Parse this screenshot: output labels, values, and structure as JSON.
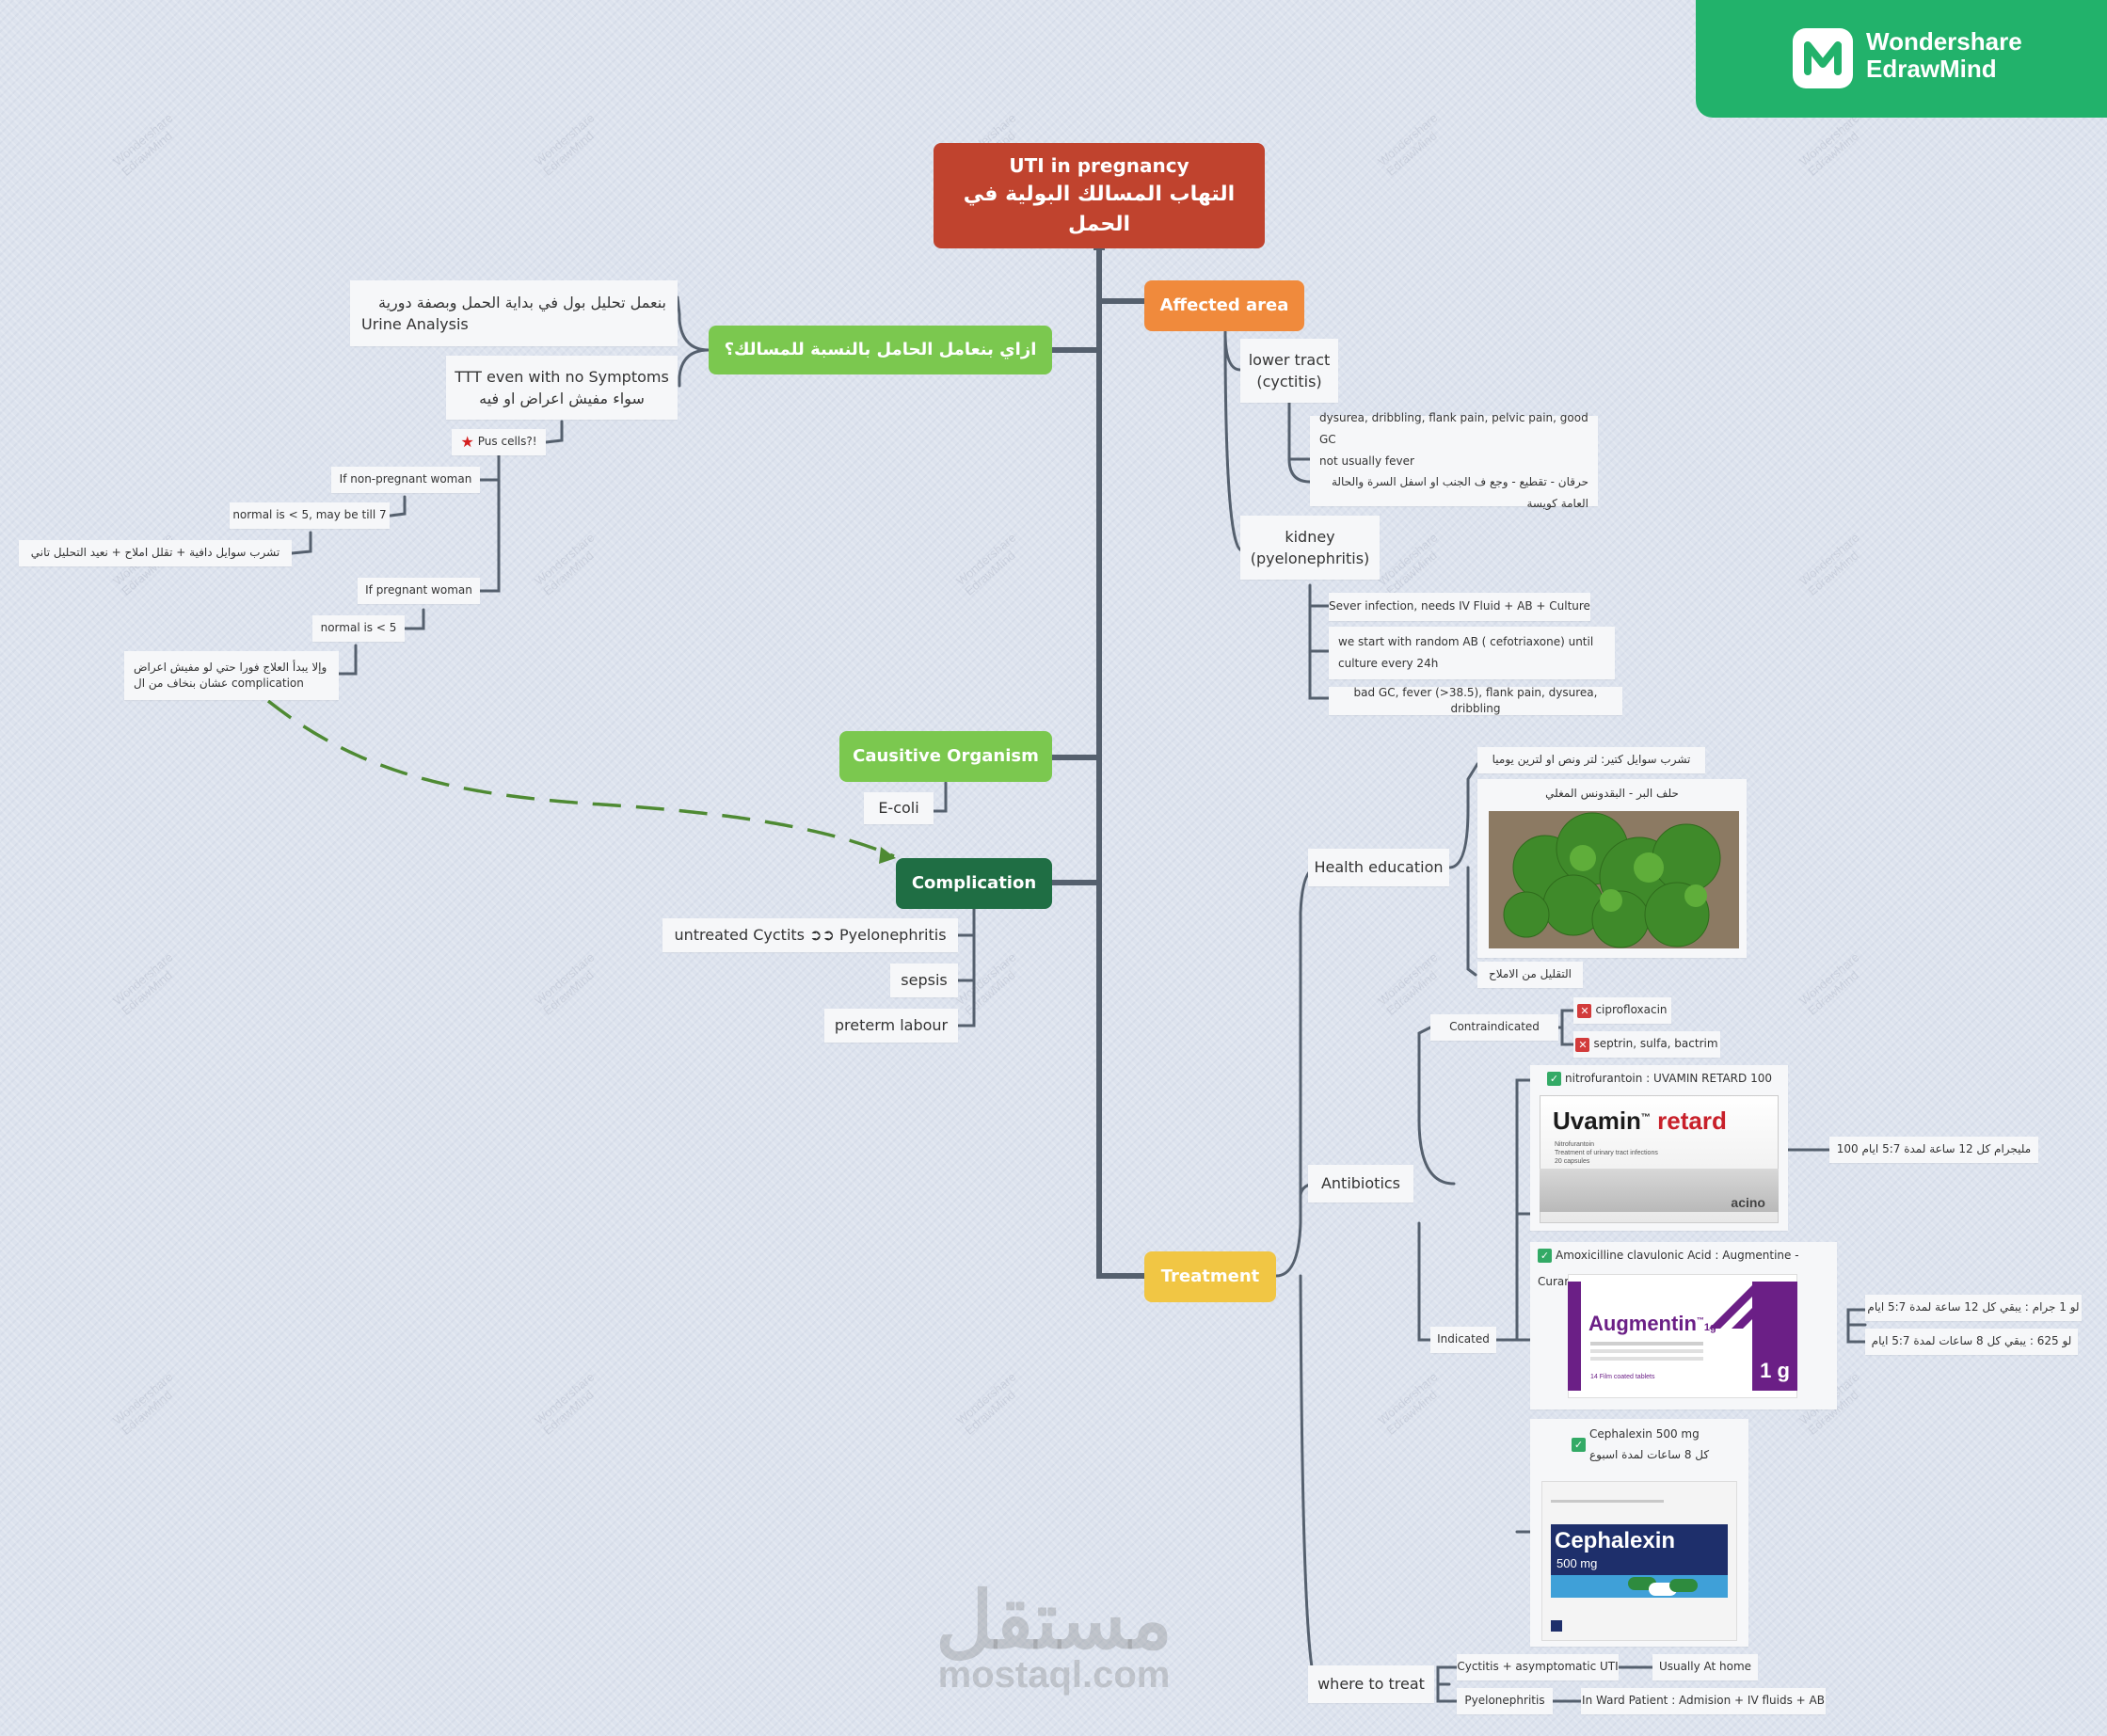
{
  "brand": {
    "name_line1": "Wondershare",
    "name_line2": "EdrawMind",
    "color": "#22b26b"
  },
  "watermark": {
    "line1": "Wondershare",
    "line2": "EdrawMind"
  },
  "footer_watermark": {
    "arabic": "مستقل",
    "latin": "mostaql.com"
  },
  "colors": {
    "root": "#c0432e",
    "affected": "#f08a3c",
    "green": "#7bc84f",
    "complication": "#1f6e44",
    "treatment": "#f1c644",
    "line": "#55606e"
  },
  "root": {
    "line1": "UTI in pregnancy",
    "line2": "التهاب المسالك البولية في الحمل"
  },
  "affected": {
    "title": "Affected area",
    "lower_tract": {
      "label1": "lower tract",
      "label2": "(cyctitis)",
      "detail1": "dysurea, dribbling, flank pain, pelvic pain, good GC",
      "detail2": "not usually fever",
      "detail3": "حرقان - تقطيع - وجع ف الجنب او اسفل السرة والحالة",
      "detail4": "العامة كويسة"
    },
    "kidney": {
      "label1": "kidney",
      "label2": "(pyelonephritis)",
      "items": [
        "Sever infection, needs IV Fluid + AB + Culture",
        "we start with random AB ( cefotriaxone) until",
        "culture every 24h",
        "bad GC, fever (>38.5), flank pain, dysurea, dribbling"
      ]
    }
  },
  "management": {
    "title": "ازاي بنعامل الحامل بالنسبة للمسالك؟",
    "urine_line1": "بنعمل تحليل بول في بداية الحمل وبصفة دورية",
    "urine_line2": "Urine Analysis",
    "ttt_line1": "TTT even with no Symptoms",
    "ttt_line2": "سواء مفيش اعراض او فيه",
    "pus": "Pus cells?!",
    "non_pregnant": "If non-pregnant woman",
    "normal5_7": "normal is < 5, may be till 7",
    "drink": "تشرب سوايل دافية + تقلل املاح + نعيد التحليل تاني",
    "pregnant": "If pregnant woman",
    "normal5": "normal is < 5",
    "treat_line1": "وإلا يبدأ العلاج فورا حتي لو مفيش اعراض",
    "treat_line2": "عشان بنخاف من ال complication"
  },
  "causitive": {
    "title": "Causitive Organism",
    "item": "E-coli"
  },
  "complication": {
    "title": "Complication",
    "items": [
      "untreated Cyctits ➲➲ Pyelonephritis",
      "sepsis",
      "preterm labour"
    ]
  },
  "treatment": {
    "title": "Treatment",
    "health_education": {
      "label": "Health education",
      "fluids": "تشرب سوايل كتير: لتر ونص او لترين يوميا",
      "herbs": "حلف البر - البقدونس المغلي",
      "salt": "التقليل من الاملاح"
    },
    "antibiotics": {
      "label": "Antibiotics",
      "contraindicated": {
        "label": "Contraindicated",
        "items": [
          "ciprofloxacin",
          "septrin, sulfa, bactrim"
        ]
      },
      "indicated": {
        "label": "Indicated",
        "nitro": {
          "title": "nitrofurantoin : UVAMIN RETARD 100 mg",
          "dose": "100 مليجرام كل 12 ساعة لمدة 5:7 ايام",
          "pack": {
            "brand": "Uvamin",
            "tm": "™",
            "retard": "retard",
            "sub1": "Nitrofurantoin",
            "sub2": "Treatment of urinary tract infections",
            "sub3": "20 capsules",
            "maker": "acino"
          }
        },
        "amox": {
          "title": "Amoxicilline clavulonic Acid : Augmentine - Curam",
          "dose1": "لو 1 جرام : يبقي كل 12 ساعة لمدة 5:7 ايام",
          "dose2": "لو 625 : يبقي كل 8 ساعات لمدة 5:7 ايام",
          "pack": {
            "brand": "Augmentin",
            "sup": "™",
            "strength": "1g",
            "big": "1 g",
            "line": "14 Film coated tablets"
          }
        },
        "ceph": {
          "title1": "Cephalexin 500 mg",
          "title2": "كل 8 ساعات لمدة اسبوع",
          "pack": {
            "brand": "Cephalexin",
            "strength": "500 mg"
          }
        }
      }
    },
    "where": {
      "label": "where to treat",
      "cystitis": "Cyctitis + asymptomatic UTI",
      "home": "Usually At home",
      "pyelo": "Pyelonephritis",
      "ward": "In Ward Patient : Admision + IV fluids + AB"
    }
  }
}
